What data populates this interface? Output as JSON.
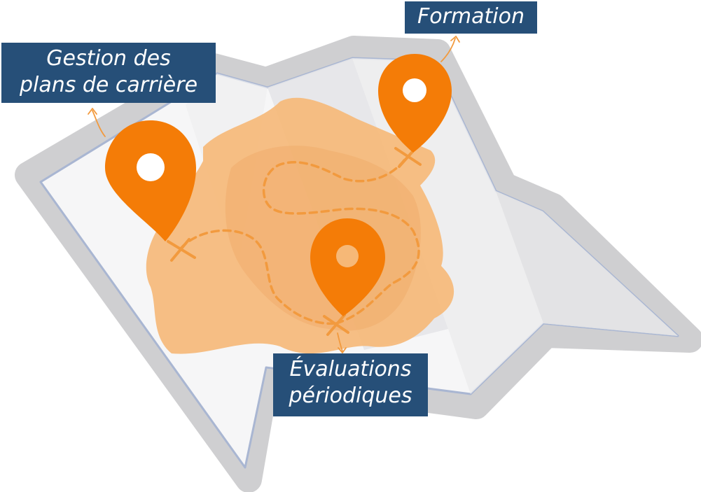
{
  "labels": {
    "career": {
      "line1": "Gestion des",
      "line2": "plans de carrière"
    },
    "training": {
      "text": "Formation"
    },
    "evaluations": {
      "line1": "Évaluations",
      "line2": "périodiques"
    }
  },
  "icons": {
    "map": "folded-map-icon",
    "pin": "map-pin-icon",
    "path": "dashed-route",
    "marker": "cross-marker-icon"
  },
  "colors": {
    "label_bg": "#264f78",
    "label_text": "#ffffff",
    "pin": "#f47c07",
    "blob": "#f6b877",
    "route": "#f29a3e",
    "map_paper": "#f5f5f5",
    "map_border": "#cfcfd1",
    "map_edge": "#a9b6d2"
  }
}
